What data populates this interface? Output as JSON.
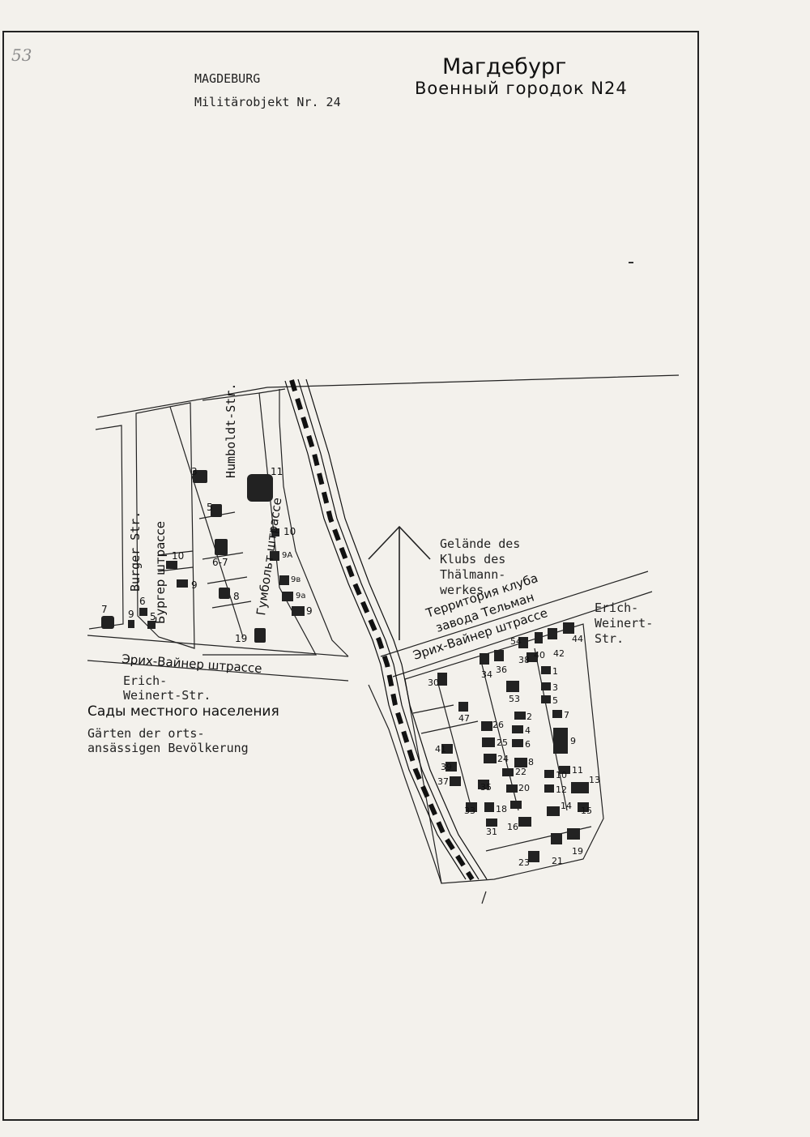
{
  "page_number": "53",
  "header": {
    "city_de": "MAGDEBURG",
    "object_de": "Militärobjekt Nr. 24",
    "city_ru": "Магдебург",
    "object_ru": "Военный городок N24"
  },
  "labels": {
    "burger_str_de": "Burger Str.",
    "burger_str_ru": "Бургер штрассе",
    "humboldt_str_de": "Humboldt-Str.",
    "humboldt_str_ru": "Гумбольт штрассе",
    "erich_weinert_left_ru": "Эрих-Вайнер штрассе",
    "erich_weinert_left_de_1": "Erich-",
    "erich_weinert_left_de_2": "Weinert-Str.",
    "gardens_ru": "Сады местного населения",
    "gardens_de_1": "Gärten der orts-",
    "gardens_de_2": "ansässigen Bevölkerung",
    "club_de_1": "Gelände des",
    "club_de_2": "Klubs des",
    "club_de_3": "Thälmann-",
    "club_de_4": "werkes",
    "club_ru_1": "Территория клуба",
    "club_ru_2": "завода Тельман",
    "erich_weinert_right_ru": "Эрих-Вайнер штрассе",
    "erich_weinert_right_de_1": "Erich-",
    "erich_weinert_right_de_2": "Weinert-",
    "erich_weinert_right_de_3": "Str."
  },
  "buildings_west": [
    "3",
    "5",
    "6-7",
    "8",
    "19",
    "11",
    "10",
    "9А",
    "9в",
    "9а",
    "9",
    "10",
    "9",
    "6",
    "5",
    "7",
    "9"
  ],
  "buildings_east": [
    "54",
    "38",
    "40",
    "42",
    "44",
    "30",
    "34",
    "36",
    "1",
    "3",
    "5",
    "53",
    "2",
    "7",
    "47",
    "26",
    "4",
    "25",
    "6",
    "9",
    "41",
    "24",
    "8",
    "11",
    "39",
    "22",
    "10",
    "13",
    "37",
    "35",
    "20",
    "12",
    "33",
    "18",
    "14",
    "15",
    "31",
    "16",
    "23",
    "21",
    "19"
  ]
}
